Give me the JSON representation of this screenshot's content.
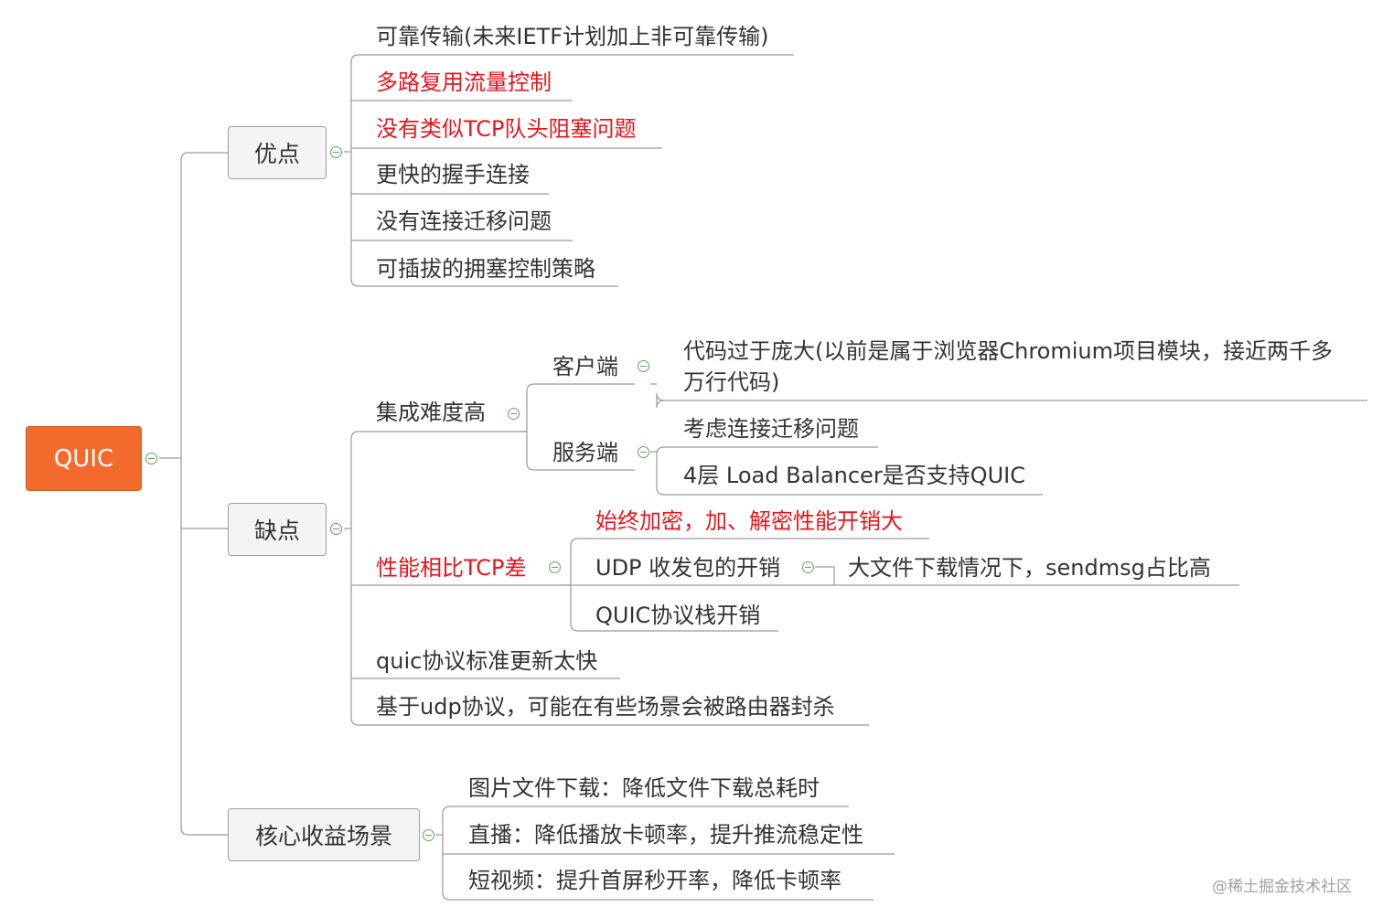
{
  "root": {
    "label": "QUIC"
  },
  "advantages": {
    "label": "优点",
    "items": [
      "可靠传输(未来IETF计划加上非可靠传输)",
      "多路复用流量控制",
      "没有类似TCP队头阻塞问题",
      "更快的握手连接",
      "没有连接迁移问题",
      "可插拔的拥塞控制策略"
    ]
  },
  "disadvantages": {
    "label": "缺点",
    "integration": {
      "label": "集成难度高",
      "client": {
        "label": "客户端",
        "item": "代码过于庞大(以前是属于浏览器Chromium项目模块，接近两千多万行代码)"
      },
      "server": {
        "label": "服务端",
        "items": [
          "考虑连接迁移问题",
          "4层 Load Balancer是否支持QUIC"
        ]
      }
    },
    "performance": {
      "label": "性能相比TCP差",
      "encryption": "始终加密，加、解密性能开销大",
      "udp": {
        "label": "UDP 收发包的开销",
        "item": "大文件下载情况下，sendmsg占比高"
      },
      "stack": "QUIC协议栈开销"
    },
    "standard": "quic协议标准更新太快",
    "udp_blocked": "基于udp协议，可能在有些场景会被路由器封杀"
  },
  "scenarios": {
    "label": "核心收益场景",
    "items": [
      "图片文件下载：降低文件下载总耗时",
      "直播：降低播放卡顿率，提升推流稳定性",
      "短视频：提升首屏秒开率，降低卡顿率"
    ]
  },
  "watermark": "@稀土掘金技术社区",
  "colors": {
    "root": "#f36b2c",
    "highlight": "#e8141c",
    "toggle": "#5aa85a",
    "line": "#9a9a9a"
  }
}
